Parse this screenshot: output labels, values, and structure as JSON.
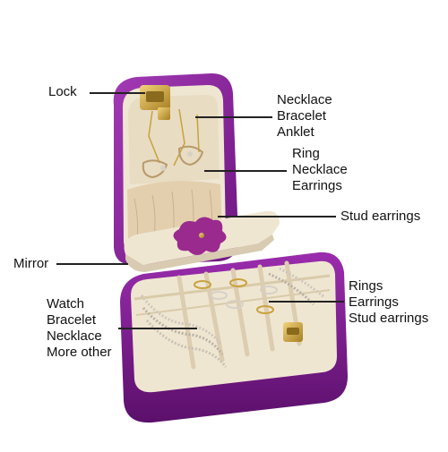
{
  "labels": {
    "lock": "Lock",
    "mirror": "Mirror",
    "stud_earrings": "Stud earrings",
    "lid_top_compartment": [
      "Necklace",
      "Bracelet",
      "Anklet"
    ],
    "lid_bottom_compartment": [
      "Ring",
      "Necklace",
      "Earrings"
    ],
    "tray_right": [
      "Rings",
      "Earrings",
      "Stud earrings"
    ],
    "tray_left": [
      "Watch",
      "Bracelet",
      "Necklace",
      "More other"
    ]
  },
  "colors": {
    "box_purple": "#8a1f9a",
    "box_purple_dark": "#5e1270",
    "interior_cream": "#efe6d2",
    "lining_beige": "#e3cfae",
    "clasp_gold": "#c9a23c",
    "leader_line": "#222222"
  }
}
